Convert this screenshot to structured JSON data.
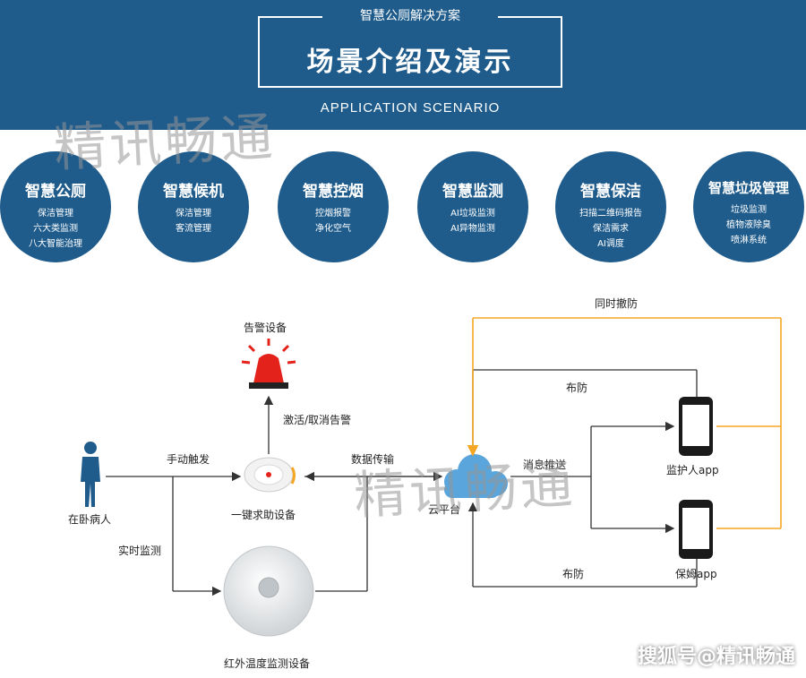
{
  "header": {
    "subtitle": "智慧公厕解决方案",
    "title": "场景介绍及演示",
    "english": "APPLICATION SCENARIO"
  },
  "circles": [
    {
      "title": "智慧公厕",
      "lines": [
        "保洁管理",
        "六大类监测",
        "八大智能治理"
      ]
    },
    {
      "title": "智慧候机",
      "lines": [
        "保洁管理",
        "客流管理"
      ]
    },
    {
      "title": "智慧控烟",
      "lines": [
        "控烟报警",
        "净化空气"
      ]
    },
    {
      "title": "智慧监测",
      "lines": [
        "AI垃圾监测",
        "AI异物监测"
      ]
    },
    {
      "title": "智慧保洁",
      "lines": [
        "扫描二维码报告",
        "保洁需求",
        "AI调度"
      ]
    },
    {
      "title": "智慧垃圾管理",
      "lines": [
        "垃圾监测",
        "植物液除臭",
        "喷淋系统"
      ]
    }
  ],
  "diagram": {
    "alarm_device": "告警设备",
    "activate_cancel": "激活/取消告警",
    "manual_trigger": "手动触发",
    "patient": "在卧病人",
    "sos_device": "一键求助设备",
    "realtime_monitor": "实时监测",
    "infrared_device": "红外温度监测设备",
    "data_transfer": "数据传输",
    "cloud": "云平台",
    "message_push": "消息推送",
    "guardian_app": "监护人app",
    "nanny_app": "保姆app",
    "arm_top": "布防",
    "arm_bottom": "布防",
    "disarm_all": "同时撤防"
  },
  "watermark": "精讯畅通",
  "corner_text": "搜狐号@精讯畅通",
  "colors": {
    "primary": "#1f5c8c",
    "orange": "#f5a623",
    "cloud": "#5aa6dc"
  }
}
